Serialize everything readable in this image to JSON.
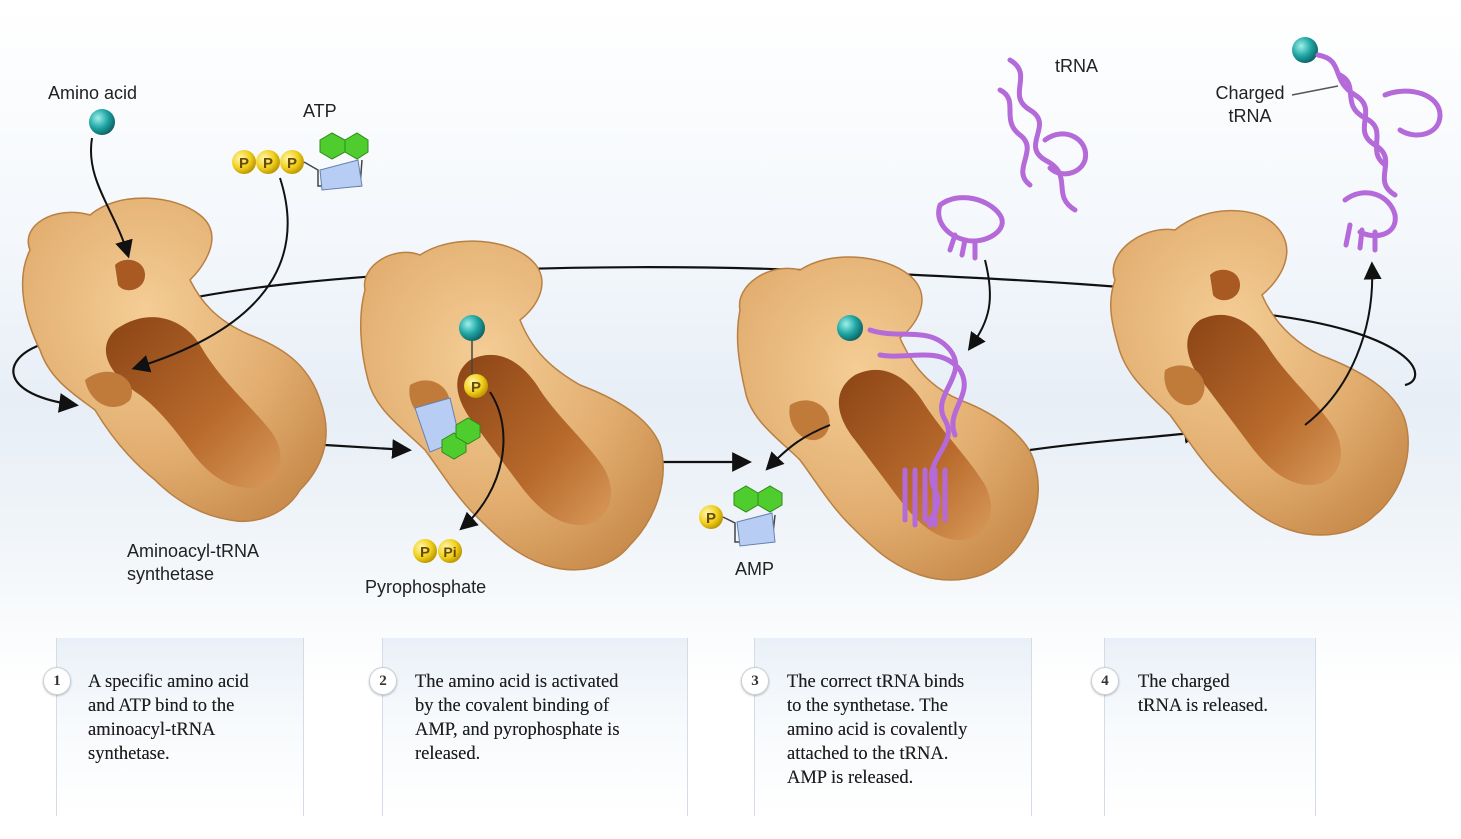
{
  "labels": {
    "amino_acid": "Amino acid",
    "atp": "ATP",
    "synthetase": "Aminoacyl-tRNA\nsynthetase",
    "pyrophosphate": "Pyrophosphate",
    "amp": "AMP",
    "trna": "tRNA",
    "charged_trna": "Charged\ntRNA",
    "p": "P",
    "pi": "Pi"
  },
  "steps": [
    {
      "number": "1",
      "text": "A specific amino acid\nand ATP bind to the\naminoacyl-tRNA\nsynthetase."
    },
    {
      "number": "2",
      "text": "The amino acid is activated\nby the covalent binding of\nAMP, and pyrophosphate is\nreleased."
    },
    {
      "number": "3",
      "text": "The correct tRNA binds\nto the synthetase. The\namino acid is covalently\nattached to the tRNA.\nAMP is released."
    },
    {
      "number": "4",
      "text": "The charged\ntRNA is released."
    }
  ],
  "colors": {
    "enzyme": "#e0ac6e",
    "enzyme_pocket": "#a05420",
    "amino_acid": "#1f9a9a",
    "phosphate": "#f2d41e",
    "adenine": "#4cc92d",
    "ribose": "#a9c2ee",
    "trna": "#b46ad8"
  }
}
